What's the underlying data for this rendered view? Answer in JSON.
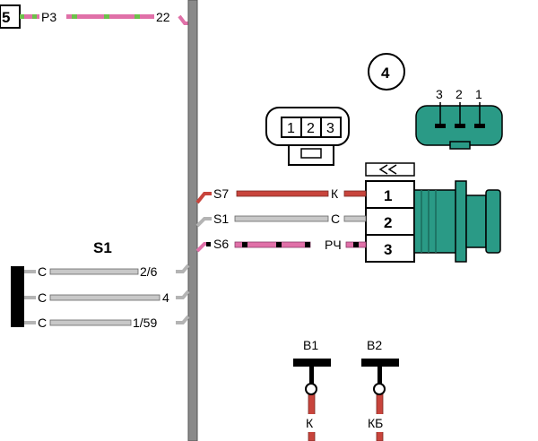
{
  "top_left": {
    "box_number": "5",
    "wire_color": "Р3",
    "splice_number": "22"
  },
  "component": {
    "number": "4"
  },
  "plug_front": {
    "pins": [
      "1",
      "2",
      "3"
    ]
  },
  "plug_back": {
    "pins": [
      "3",
      "2",
      "1"
    ]
  },
  "connector_wires": [
    {
      "splice": "S7",
      "color": "К",
      "pin": "1"
    },
    {
      "splice": "S1",
      "color": "С",
      "pin": "2"
    },
    {
      "splice": "S6",
      "color": "РЧ",
      "pin": "3"
    }
  ],
  "splice_s1": {
    "title": "S1",
    "wires": [
      {
        "color": "С",
        "dest": "2/6"
      },
      {
        "color": "С",
        "dest": "4"
      },
      {
        "color": "С",
        "dest": "1/59"
      }
    ]
  },
  "bottom_terminals": [
    {
      "name": "В1",
      "color": "К"
    },
    {
      "name": "В2",
      "color": "КБ"
    }
  ],
  "colors": {
    "red_wire": "#c8443c",
    "gray_wire": "#b4b4b4",
    "pink_wire": "#e070a8",
    "green_stripe": "#6cc04a",
    "teal_connector": "#2a9a86",
    "bus_gray": "#8a8a8a"
  }
}
